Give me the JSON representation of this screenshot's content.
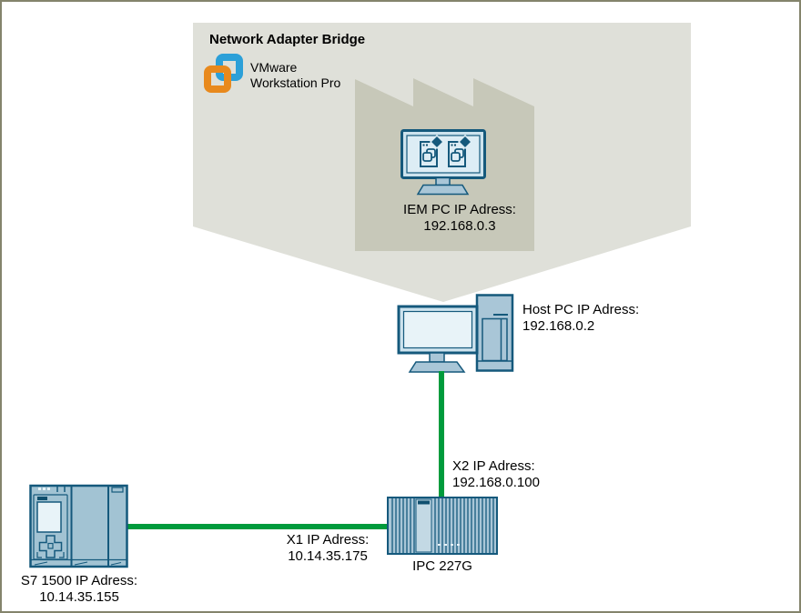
{
  "colors": {
    "border": "#84846C",
    "funnel": "#DFE0D9",
    "factory": "#C7C8B9",
    "teal": "#15597C",
    "dev": "#A9C6D7",
    "frame": "#CDE3EE",
    "screen": "#E8F3F8",
    "screen2": "#DDEDF5",
    "panel": "#C3D9E4",
    "plc": "#A2C3D3",
    "green": "#009B3C",
    "bar": "#0F4F6E",
    "vm-blue": "#2CA0D8",
    "vm-orange": "#E8891D"
  },
  "icons": {
    "vmware_logo": "vmware-workstation-logo",
    "factory": "factory-silhouette",
    "iem_monitor": "monitor-with-app-icons",
    "host_pc": "desktop-pc-with-tower",
    "ipc": "industrial-pc-ribbed-box",
    "plc": "s7-1500-controller"
  },
  "bridge": {
    "title": "Network Adapter Bridge",
    "vmware_line1": "VMware",
    "vmware_line2": "Workstation Pro"
  },
  "iem_pc": {
    "line1": "IEM PC IP Adress:",
    "line2": "192.168.0.3"
  },
  "host_pc": {
    "line1": "Host PC IP Adress:",
    "line2": "192.168.0.2"
  },
  "connections": {
    "x2_line1": "X2 IP Adress:",
    "x2_line2": "192.168.0.100",
    "x1_line1": "X1 IP Adress:",
    "x1_line2": "10.14.35.175"
  },
  "ipc": {
    "label": "IPC 227G"
  },
  "plc": {
    "line1": "S7 1500 IP Adress:",
    "line2": "10.14.35.155"
  }
}
